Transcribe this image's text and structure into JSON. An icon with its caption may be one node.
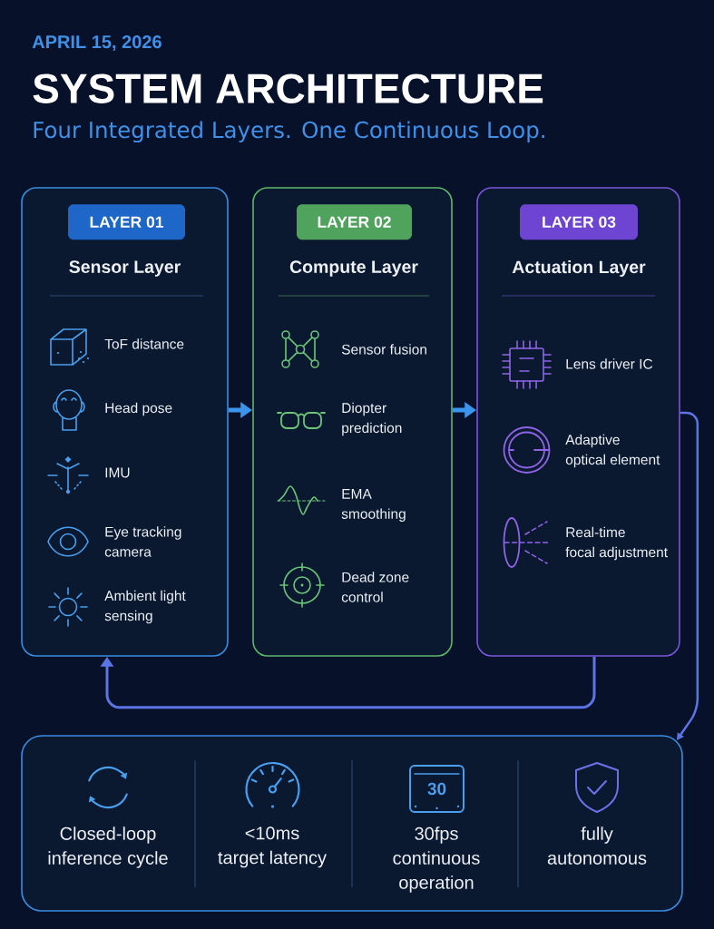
{
  "diagram": {
    "title": "SYSTEM ARCHITECTURE",
    "nodes": [
      {
        "text": [
          "Sensor Layer",
          "ToF distance",
          "Head pose",
          "IMU",
          "Eye tracking camera",
          "Ambient light sensing"
        ]
      },
      {
        "text": [
          "LAYER 01"
        ],
        "in": 0
      },
      {
        "text": [
          "Compute Layer",
          "Sensor fusion",
          "Diopter prediction",
          "EMA smoothing",
          "Dead zone control"
        ]
      },
      {
        "text": [
          "LAYER 02"
        ],
        "in": 2
      },
      {
        "text": [
          "Actuation Layer",
          "Lens driver IC",
          "Adaptive optical element",
          "Real-time focal adjustment"
        ]
      },
      {
        "text": [
          "LAYER 03"
        ],
        "in": 4
      },
      {
        "text": [
          "Closed-loop inference cycle",
          "<10ms target latency",
          "30fps continuous operation",
          "fully autonomous"
        ]
      },
      {
        "text": [
          "30"
        ],
        "in": 6
      }
    ],
    "edges": [
      {
        "from": 0,
        "to": 2,
        "arrow": "to"
      },
      {
        "from": 2,
        "to": 4,
        "arrow": "to"
      },
      {
        "from": 4,
        "to": 0,
        "arrow": "to",
        "color": "#5d74e6"
      },
      {
        "from": 4,
        "to": 6,
        "arrow": "to",
        "color": "#5d74e6"
      }
    ],
    "labels": [
      "APRIL 15, 2026",
      "Four Integrated Layers. One Continuous Loop."
    ]
  }
}
